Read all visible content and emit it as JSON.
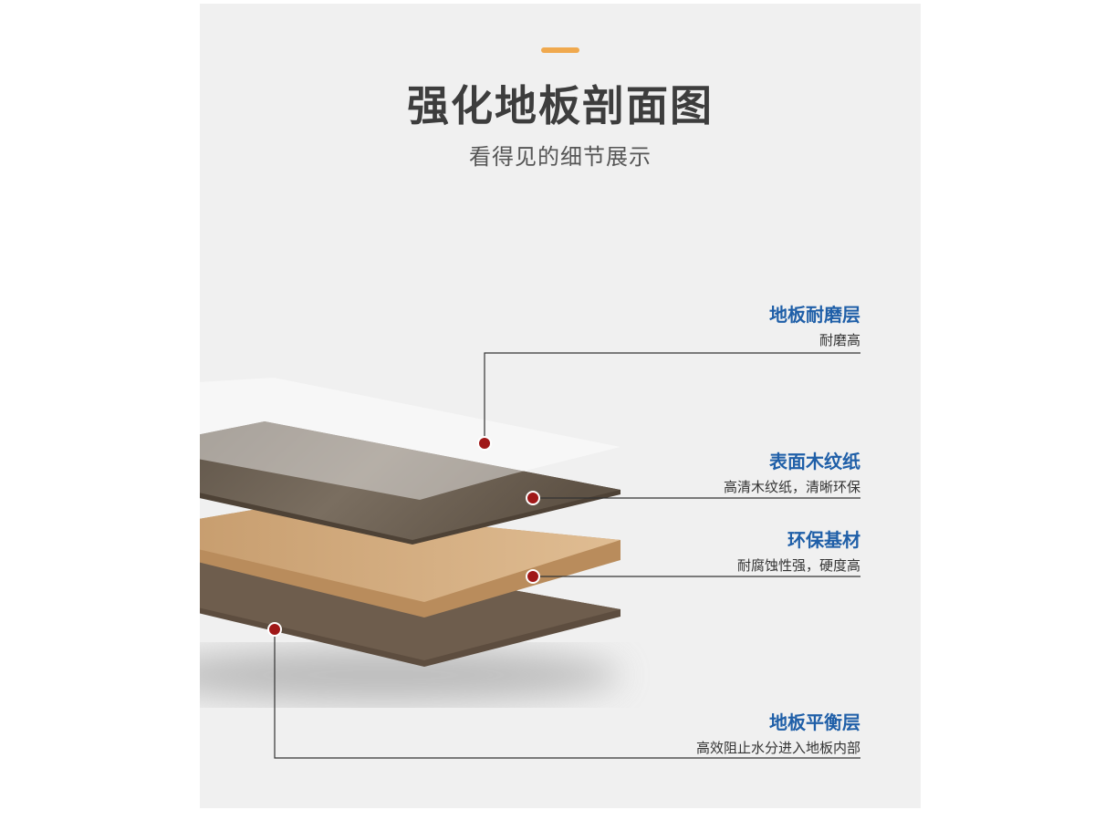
{
  "header": {
    "title": "强化地板剖面图",
    "subtitle": "看得见的细节展示"
  },
  "colors": {
    "accent": "#f0a94e",
    "label_blue": "#1f5fa8",
    "marker_red": "#a01818",
    "line": "#333333"
  },
  "layers": [
    {
      "title": "地板耐磨层",
      "desc": "耐磨高"
    },
    {
      "title": "表面木纹纸",
      "desc": "高清木纹纸，清晰环保"
    },
    {
      "title": "环保基材",
      "desc": "耐腐蚀性强，硬度高"
    },
    {
      "title": "地板平衡层",
      "desc": "高效阻止水分进入地板内部"
    }
  ]
}
